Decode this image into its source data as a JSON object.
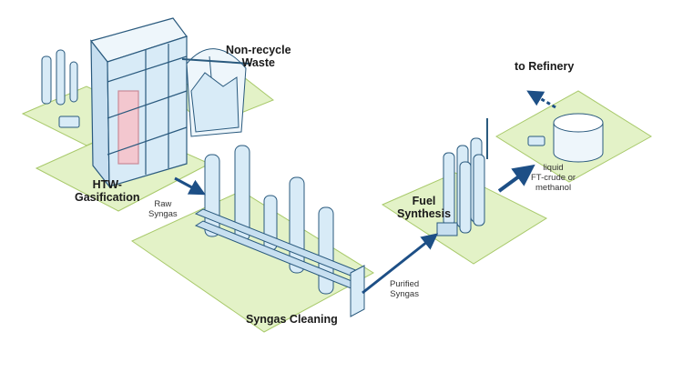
{
  "labels": {
    "non_recycle_waste": "Non-recycle\nWaste",
    "htw_gasification": "HTW-\nGasification",
    "raw_syngas": "Raw\nSyngas",
    "syngas_cleaning": "Syngas Cleaning",
    "purified_syngas": "Purified\nSyngas",
    "fuel_synthesis": "Fuel\nSynthesis",
    "liquid_product": "liquid\nFT-crude or\nmethanol",
    "to_refinery": "to Refinery"
  },
  "colors": {
    "platform_fill": "#e3f2c7",
    "platform_edge": "#a8c96a",
    "equipment_fill": "#d8ebf7",
    "equipment_edge": "#2a5a7e",
    "flow_arrow": "#1d4f86",
    "reactor_highlight": "#f3c7cf"
  }
}
